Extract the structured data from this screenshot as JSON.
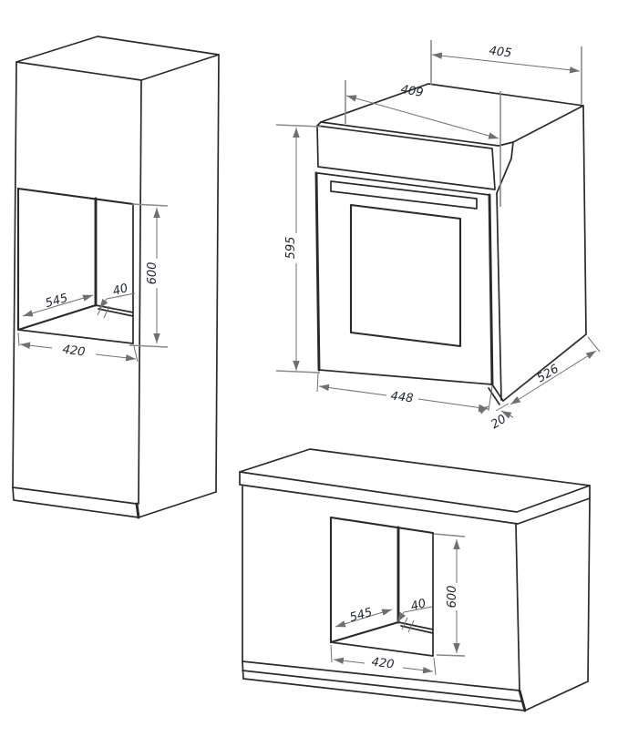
{
  "drawing": {
    "tall_cabinet": {
      "niche_depth": "545",
      "rear_gap": "40",
      "niche_height": "600",
      "niche_width": "420"
    },
    "oven": {
      "top_rear_depth": "405",
      "top_front_width": "409",
      "height": "595",
      "width": "448",
      "depth": "526",
      "door_protrusion": "20"
    },
    "base_cabinet": {
      "niche_depth": "545",
      "rear_gap": "40",
      "niche_height": "600",
      "niche_width": "420"
    },
    "colors": {
      "outline": "#2a2a2a",
      "dimension": "#707070",
      "extension": "#8a8a8a",
      "label": "#20262e",
      "background": "#ffffff"
    }
  }
}
